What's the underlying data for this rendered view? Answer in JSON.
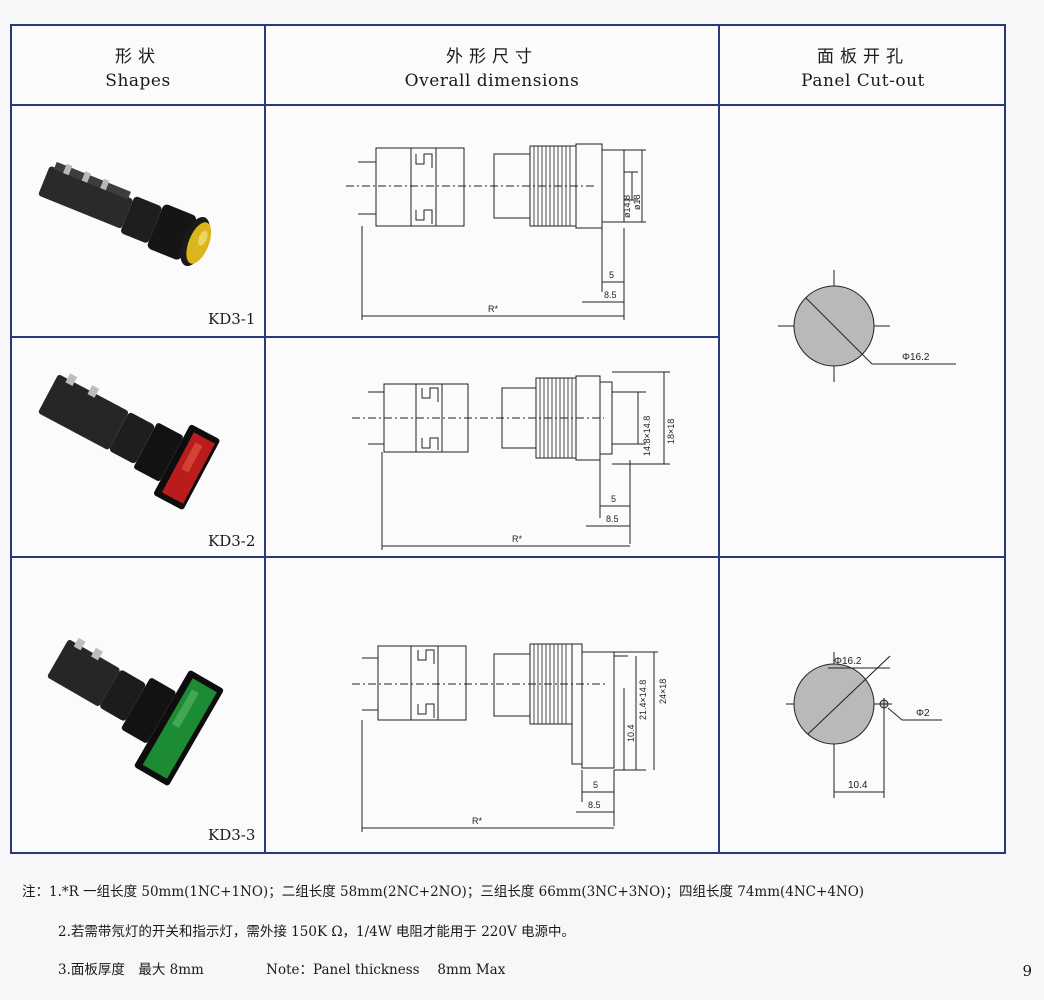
{
  "header": {
    "shapes_zh": "形状",
    "shapes_en": "Shapes",
    "dims_zh": "外形尺寸",
    "dims_en": "Overall dimensions",
    "cutout_zh": "面板开孔",
    "cutout_en": "Panel Cut-out"
  },
  "rows": [
    {
      "model": "KD3-1",
      "lens_color": "#d9b51e",
      "dims": {
        "d1": "ø14.8",
        "d2": "ø18",
        "a": "5",
        "b": "8.5",
        "r": "R*"
      }
    },
    {
      "model": "KD3-2",
      "lens_color": "#b81c1c",
      "dims": {
        "d1": "14.8×14.8",
        "d2": "18×18",
        "a": "5",
        "b": "8.5",
        "r": "R*"
      }
    },
    {
      "model": "KD3-3",
      "lens_color": "#1d8a34",
      "dims": {
        "d1": "21.4×14.8",
        "d2": "24×18",
        "d3": "10.4",
        "a": "5",
        "b": "8.5",
        "r": "R*"
      }
    }
  ],
  "cutouts": {
    "round": {
      "dia": "Φ16.2"
    },
    "keyed": {
      "dia": "Φ16.2",
      "pin": "Φ2",
      "offset": "10.4"
    }
  },
  "notes": {
    "prefix": "注：",
    "n1": "1.*R 一组长度 50mm(1NC+1NO)；二组长度 58mm(2NC+2NO)；三组长度 66mm(3NC+3NO)；四组长度 74mm(4NC+4NO)",
    "n2": "2.若需带氖灯的开关和指示灯，需外接 150K Ω，1/4W 电阻才能用于 220V 电源中。",
    "n3_zh": "3.面板厚度　最大 8mm",
    "n3_en": "Note：Panel thickness　 8mm Max"
  },
  "page_number": "9"
}
